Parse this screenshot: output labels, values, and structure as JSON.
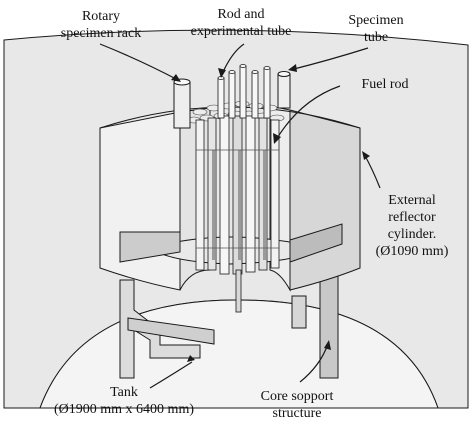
{
  "labels": {
    "rotary_rack": [
      "Rotary",
      "specimen rack"
    ],
    "rod_tube": [
      "Rod and",
      "experimental tube"
    ],
    "specimen_tube": [
      "Specimen",
      "tube"
    ],
    "fuel_rod": [
      "Fuel rod"
    ],
    "reflector": [
      "External",
      "reflector",
      "cylinder.",
      "(Ø1090 mm)"
    ],
    "tank": [
      "Tank",
      "(Ø1900 mm x 6400 mm)"
    ],
    "core_support": [
      "Core sopport",
      "structure"
    ]
  },
  "colors": {
    "tank": "#e6e6e6",
    "tank_dark": "#d0d0d0",
    "reflector_light": "#f1f1f1",
    "reflector_shadow": "#d7d7d7",
    "rods": "#f4f4f4",
    "rod_shadow": "#b9b9b9",
    "outline": "#1a1a1a"
  }
}
